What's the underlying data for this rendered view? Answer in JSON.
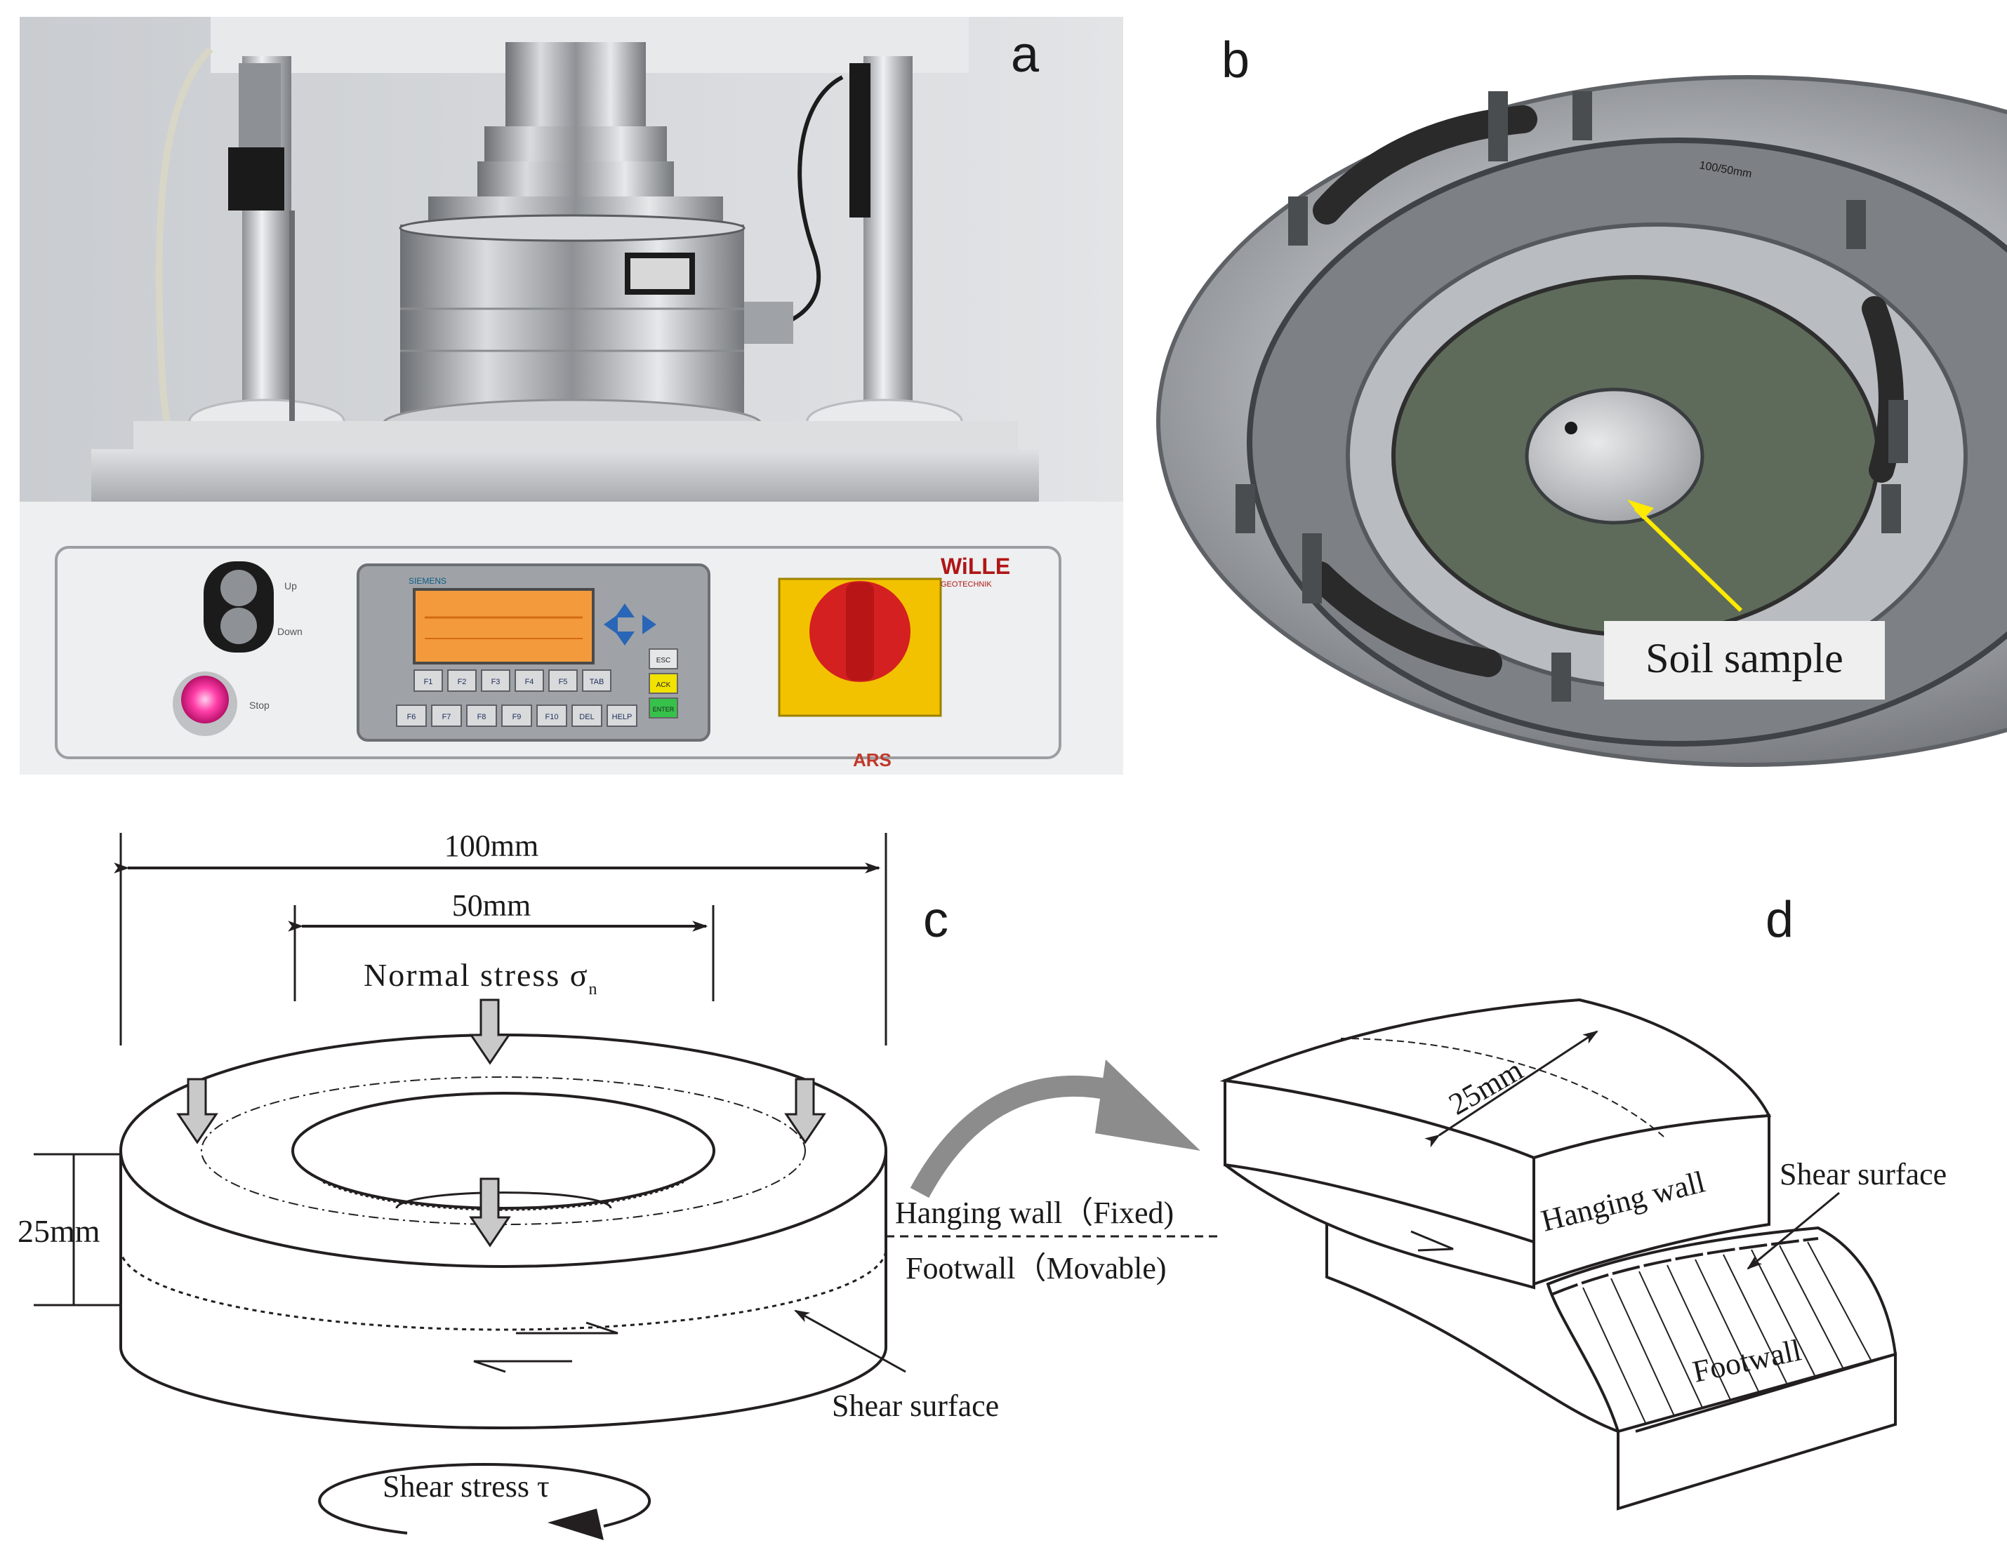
{
  "panels": {
    "a": {
      "letter": "a"
    },
    "b": {
      "letter": "b",
      "sample_label": "Soil sample"
    },
    "c": {
      "letter": "c",
      "dim_outer": "100mm",
      "dim_inner": "50mm",
      "dim_height": "25mm",
      "normal_stress": "Normal stress σ",
      "normal_stress_sub": "n",
      "hanging_wall": "Hanging wall（Fixed)",
      "footwall": "Footwall（Movable)",
      "shear_surface": "Shear  surface",
      "shear_stress": "Shear stress τ"
    },
    "d": {
      "letter": "d",
      "dim_width": "25mm",
      "hanging_wall": "Hanging wall",
      "footwall": "Footwall",
      "shear_surface": "Shear  surface"
    }
  },
  "device": {
    "brand": "WiLLE",
    "brand_sub": "GEOTECHNIK",
    "model": "ARS",
    "panel_maker": "SIEMENS",
    "up_label": "Up",
    "down_label": "Down",
    "stop_label": "Stop",
    "keys_row1": [
      "F1",
      "F2",
      "F3",
      "F4",
      "F5",
      "TAB"
    ],
    "keys_row2": [
      "F6",
      "F7",
      "F8",
      "F9",
      "F10",
      "DEL",
      "HELP"
    ],
    "side_keys": [
      "ESC",
      "ACK",
      "ENTER"
    ],
    "ring_marking": "100/50mm"
  },
  "colors": {
    "ink": "#231f20",
    "arrow_fill": "#c9c9c9",
    "curved_arrow": "#8c8c8c",
    "highlight_yellow": "#ffea00",
    "lcd_orange": "#f39a3c",
    "stop_button": "#ff3fa8",
    "knob_red": "#d42020",
    "knob_base": "#f2c200"
  }
}
